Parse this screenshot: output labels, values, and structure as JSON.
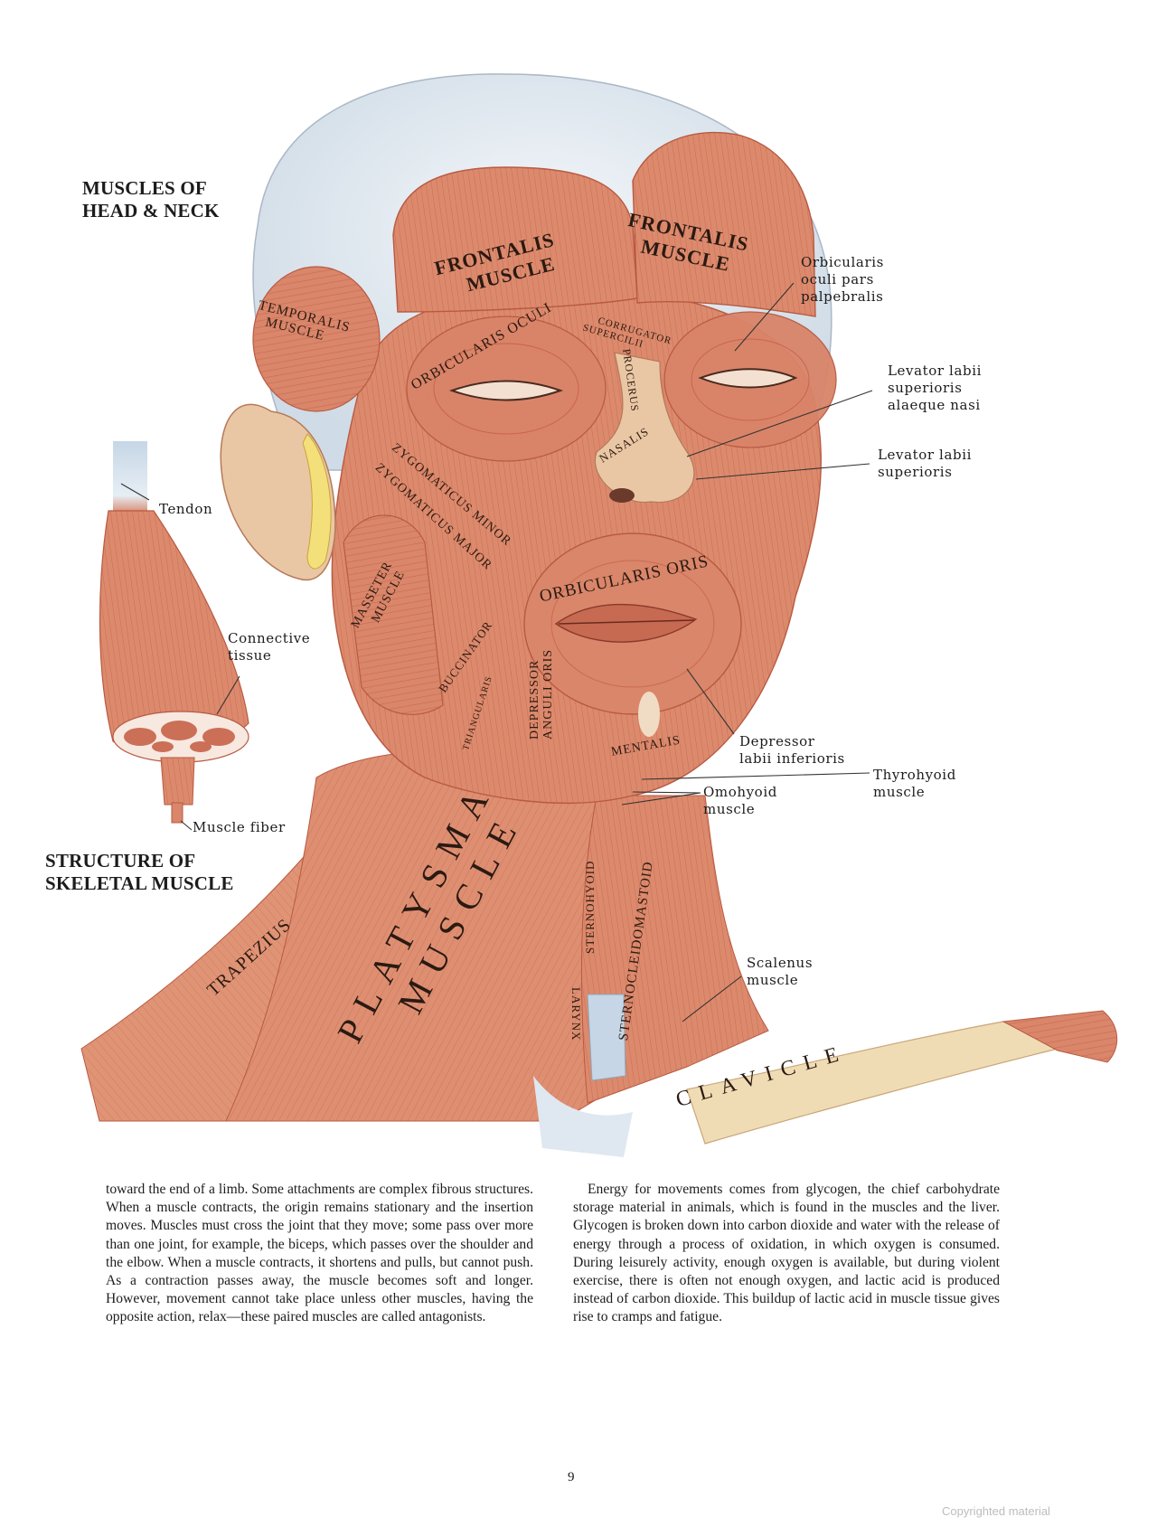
{
  "headings": {
    "head_neck": [
      "MUSCLES OF",
      "HEAD & NECK"
    ],
    "skeletal": [
      "STRUCTURE OF",
      "SKELETAL MUSCLE"
    ]
  },
  "illustration": {
    "palette": {
      "muscle": "#d9866a",
      "muscle_dark": "#b85a42",
      "fiber_line": "#c0503a",
      "skin": "#eac7a4",
      "skull": "#dde6ee",
      "tendon": "#c8d8e6",
      "bone": "#f0dcb4",
      "fat": "#f3e07a"
    },
    "muscle_labels": {
      "frontalis_left": [
        "FRONTALIS",
        "MUSCLE"
      ],
      "frontalis_right": [
        "FRONTALIS",
        "MUSCLE"
      ],
      "temporalis": [
        "TEMPORALIS",
        "MUSCLE"
      ],
      "corrugator": [
        "CORRUGATOR",
        "SUPERCILII"
      ],
      "orbicularis_oculi": "ORBICULARIS OCULI",
      "procerus": "PROCERUS",
      "nasalis": "NASALIS",
      "zygomaticus_minor": "ZYGOMATICUS MINOR",
      "zygomaticus_major": "ZYGOMATICUS MAJOR",
      "masseter": [
        "MASSETER",
        "MUSCLE"
      ],
      "orbicularis_oris": "ORBICULARIS ORIS",
      "buccinator": "BUCCINATOR",
      "triangularis": "TRIANGULARIS",
      "depressor_anguli": [
        "DEPRESSOR",
        "ANGULI ORIS"
      ],
      "mentalis": "MENTALIS",
      "platysma": [
        "PLATYSMA",
        "MUSCLE"
      ],
      "trapezius": "TRAPEZIUS",
      "sternohyoid": "STERNOHYOID",
      "sternocleidomastoid": "STERNOCLEIDOMASTOID",
      "larynx": "LARYNX",
      "clavicle": "CLAVICLE"
    },
    "callouts": {
      "orbicularis_palpebralis": [
        "Orbicularis",
        "oculi pars",
        "palpebralis"
      ],
      "levator_alaeque": [
        "Levator labii",
        "superioris",
        "alaeque nasi"
      ],
      "levator_superioris": [
        "Levator labii",
        "superioris"
      ],
      "depressor_labii": [
        "Depressor",
        "labii inferioris"
      ],
      "thyrohyoid": [
        "Thyrohyoid",
        "muscle"
      ],
      "omohyoid": [
        "Omohyoid",
        "muscle"
      ],
      "scalenus": [
        "Scalenus",
        "muscle"
      ],
      "tendon": "Tendon",
      "connective": [
        "Connective",
        "tissue"
      ],
      "muscle_fiber": "Muscle fiber"
    }
  },
  "body": {
    "left_column": "toward the end of a limb. Some attachments are complex fibrous structures. When a muscle contracts, the origin remains stationary and the insertion moves. Muscles must cross the joint that they move; some pass over more than one joint, for example, the biceps, which passes over the shoulder and the elbow. When a muscle contracts, it shortens and pulls, but cannot push. As a contraction passes away, the muscle becomes soft and longer. However, movement cannot take place unless other muscles, having the opposite action, relax—these paired muscles are called antagonists.",
    "right_column": "Energy for movements comes from glycogen, the chief carbohydrate storage material in animals, which is found in the muscles and the liver. Glycogen is broken down into carbon dioxide and water with the release of energy through a process of oxidation, in which oxygen is consumed. During leisurely activity, enough oxygen is available, but during violent exercise, there is often not enough oxygen, and lactic acid is produced instead of carbon dioxide. This buildup of lactic acid in muscle tissue gives rise to cramps and fatigue."
  },
  "footer": {
    "page_number": "9",
    "watermark": "Copyrighted material"
  }
}
